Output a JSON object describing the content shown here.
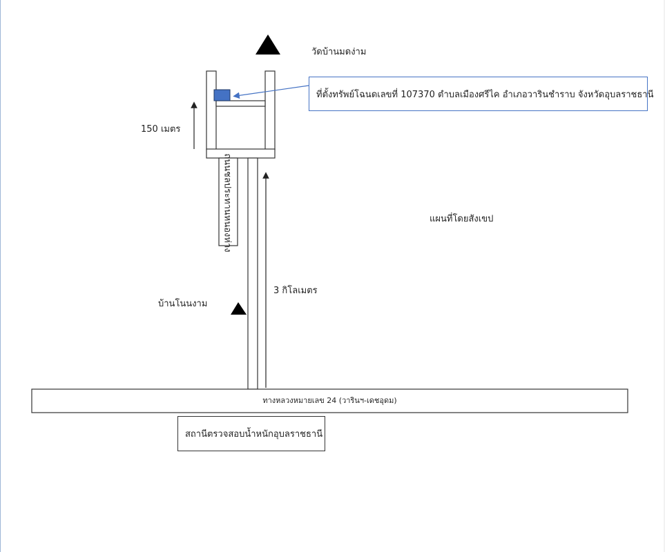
{
  "map": {
    "temple_label": "วัดบ้านมดง่าม",
    "property_callout": "ที่ตั้งทรัพย์โฉนดเลขที่ 107370 ตำบลเมืองศรีไค อำเภอวารินชำราบ จังหวัดอุบลราชธานี",
    "distance_short": "150 เมตร",
    "vertical_road_label": "ถนนชลประทานหนองห่าง",
    "sketch_note": "แผนที่โดยสังเขป",
    "village_label": "บ้านโนนงาม",
    "distance_long": "3 กิโลเมตร",
    "highway_label": "ทางหลวงหมายเลข 24 (วารินฯ-เดชอุดม)",
    "station_label": "สถานีตรวจสอบน้ำหนักอุบลราชธานี"
  },
  "colors": {
    "line": "#333333",
    "arrow": "#4472c4",
    "property_fill": "#4472c4",
    "landmark": "#000000"
  }
}
